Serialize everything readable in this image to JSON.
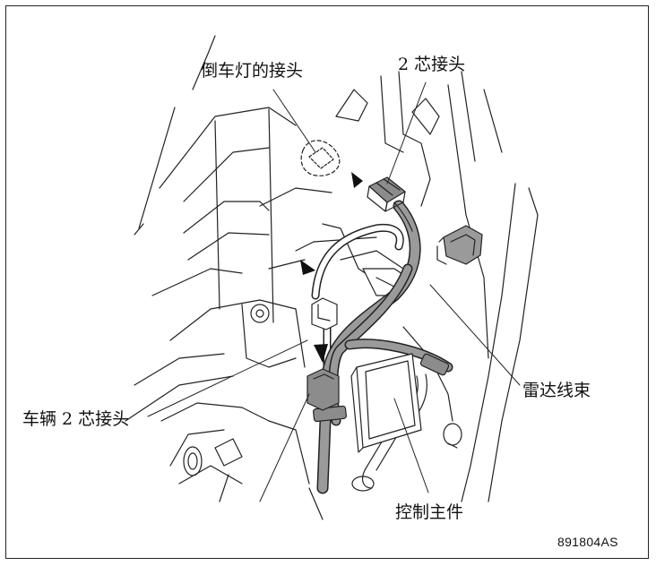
{
  "labels": {
    "backup_light_connector": "倒车灯的接头",
    "two_pin_connector": "2 芯接头",
    "radar_harness": "雷达线束",
    "vehicle_two_pin_connector": "车辆 2 芯接头",
    "control_unit": "控制主件"
  },
  "figure_code": "891804AS",
  "colors": {
    "line": "#222222",
    "harness_fill": "#9a9a9a",
    "connector_fill": "#8c8c8c"
  }
}
